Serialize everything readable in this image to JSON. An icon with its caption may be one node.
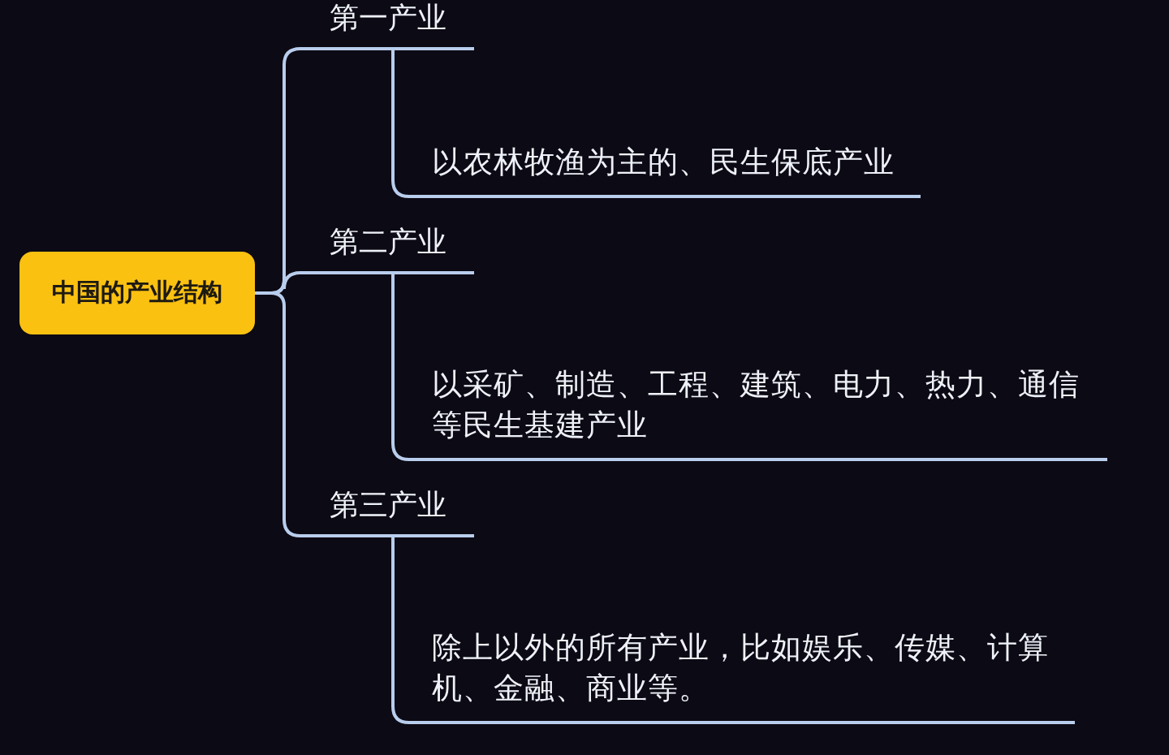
{
  "diagram": {
    "nodes": [
      {
        "text": [
          "中国的产业结构"
        ]
      },
      {
        "text": [
          "第一产业"
        ]
      },
      {
        "text": [
          "以农林牧渔为主的、民生保底产业"
        ]
      },
      {
        "text": [
          "第二产业"
        ]
      },
      {
        "text": [
          "以采矿、制造、工程、建筑、电力、热力、通信等民生基建产业"
        ]
      },
      {
        "text": [
          "第三产业"
        ]
      },
      {
        "text": [
          "除上以外的所有产业，比如娱乐、传媒、计算机、金融、商业等。"
        ]
      }
    ],
    "edges": [
      {
        "from": 0,
        "to": 1,
        "arrow": "none"
      },
      {
        "from": 0,
        "to": 3,
        "arrow": "none"
      },
      {
        "from": 0,
        "to": 5,
        "arrow": "none"
      },
      {
        "from": 1,
        "to": 2,
        "arrow": "none"
      },
      {
        "from": 3,
        "to": 4,
        "arrow": "none"
      },
      {
        "from": 5,
        "to": 6,
        "arrow": "none"
      }
    ]
  }
}
